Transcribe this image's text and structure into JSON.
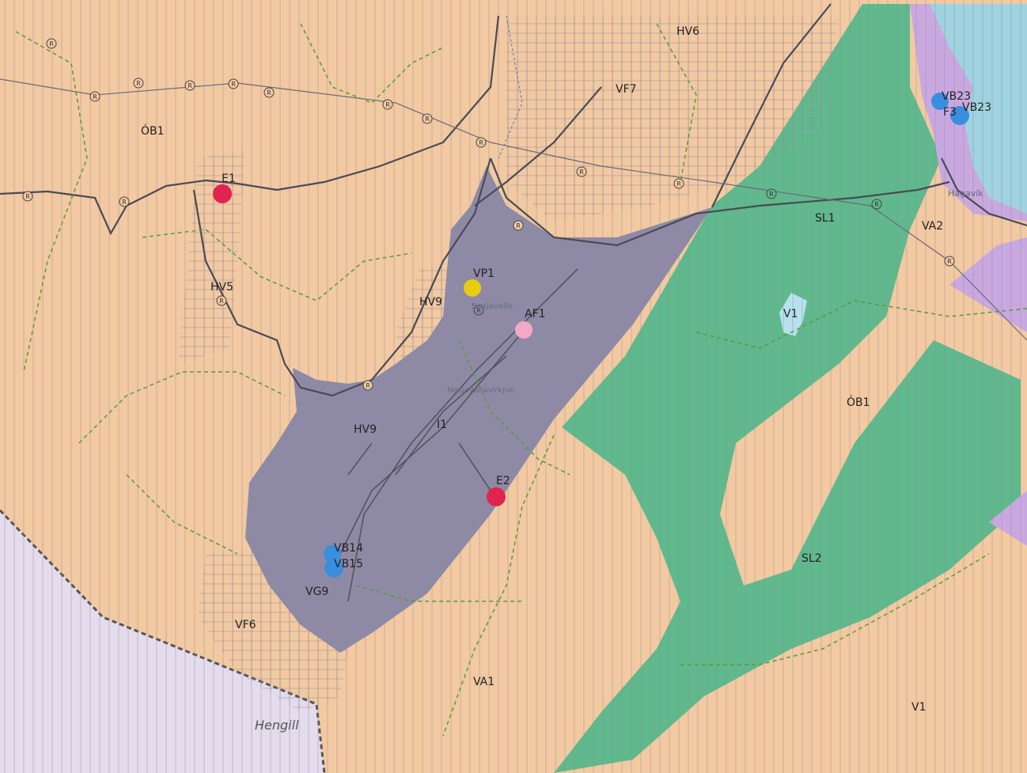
{
  "colors": {
    "background": "#f2c9a1",
    "agricultural": "#f4c9a0",
    "forest_green": "#5fb98c",
    "industrial_grey": "#8e8aa6",
    "residential_purple": "#c9a8e0",
    "water_blue": "#9fd3e0",
    "mountain_lilac": "#e4dcec",
    "road": "#4a4a55",
    "trail": "#5a9a3a",
    "marker_red": "#e0244f",
    "marker_yellow": "#e8cc10",
    "marker_pink": "#f4a8c8",
    "marker_blue": "#3a8ee0"
  },
  "zones": [
    {
      "label": "HV6"
    },
    {
      "label": "VF7"
    },
    {
      "label": "ÓB1"
    },
    {
      "label": "E1"
    },
    {
      "label": "HV5"
    },
    {
      "label": "VP1"
    },
    {
      "label": "HV9"
    },
    {
      "label": "AF1"
    },
    {
      "label": "I1"
    },
    {
      "label": "HV9"
    },
    {
      "label": "E2"
    },
    {
      "label": "VB14"
    },
    {
      "label": "VB15"
    },
    {
      "label": "VG9"
    },
    {
      "label": "VF6"
    },
    {
      "label": "VA1"
    },
    {
      "label": "SL1"
    },
    {
      "label": "VA2"
    },
    {
      "label": "V1"
    },
    {
      "label": "ÓB1"
    },
    {
      "label": "SL2"
    },
    {
      "label": "V1"
    },
    {
      "label": "VB23"
    },
    {
      "label": "F3"
    },
    {
      "label": "VB23"
    }
  ],
  "place_names": [
    {
      "label": "Hengill"
    },
    {
      "label": "Hagavík"
    },
    {
      "label": "Nesjavallavirkjun"
    },
    {
      "label": "Nesjavellir"
    }
  ],
  "road_marker_symbol": "R",
  "markers": [
    {
      "name": "E1",
      "color": "marker_red"
    },
    {
      "name": "VP1",
      "color": "marker_yellow"
    },
    {
      "name": "AF1",
      "color": "marker_pink"
    },
    {
      "name": "E2",
      "color": "marker_red"
    },
    {
      "name": "VB14/VB15",
      "color": "marker_blue"
    },
    {
      "name": "VB23",
      "color": "marker_blue"
    }
  ]
}
